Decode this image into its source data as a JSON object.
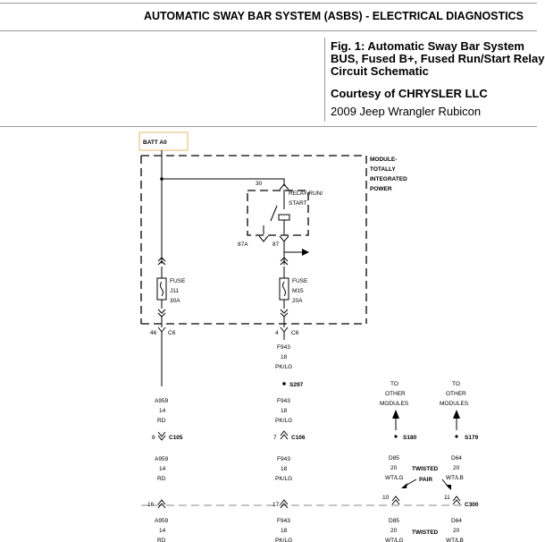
{
  "header": {
    "title": "AUTOMATIC SWAY BAR SYSTEM (ASBS) - ELECTRICAL DIAGNOSTICS"
  },
  "figure": {
    "title": "Fig. 1: Automatic Sway Bar System BUS, Fused B+, Fused Run/Start Relay Circuit Schematic",
    "courtesy": "Courtesy of CHRYSLER LLC",
    "vehicle": "2009 Jeep Wrangler Rubicon"
  },
  "schematic": {
    "batt_label": "BATT A0",
    "module_label": [
      "MODULE-",
      "TOTALLY",
      "INTEGRATED",
      "POWER"
    ],
    "relay": {
      "pin30": "30",
      "label": [
        "RELAY-RUN/",
        "START"
      ],
      "pin87a": "87A",
      "pin87": "87"
    },
    "fuse_j11": {
      "label": "FUSE",
      "id": "J11",
      "rating": "30A"
    },
    "fuse_m15": {
      "label": "FUSE",
      "id": "M15",
      "rating": "20A"
    },
    "connectors": {
      "c6_left_pin": "46",
      "c6_left": "C6",
      "c6_right_pin": "4",
      "c6_right": "C6",
      "c105_pin": "8",
      "c105": "C105",
      "c106_pin": "7",
      "c106": "C106",
      "c300_pin_left": "16",
      "c300_pin_mid": "17",
      "c300_pin_d85": "10",
      "c300_pin_d64": "11",
      "c300": "C300"
    },
    "splices": {
      "s297": "S297",
      "s180": "S180",
      "s179": "S179"
    },
    "wire_a959": {
      "circuit": "A959",
      "gauge": "14",
      "color": "RD"
    },
    "wire_f943": {
      "circuit": "F943",
      "gauge": "18",
      "color": "PK/LG"
    },
    "wire_d85": {
      "circuit": "D85",
      "gauge": "20",
      "color": "WT/LG"
    },
    "wire_d64": {
      "circuit": "D64",
      "gauge": "20",
      "color": "WT/LB"
    },
    "twisted_pair": [
      "TWISTED",
      "PAIR"
    ],
    "to_other_modules": [
      "TO",
      "OTHER",
      "MODULES"
    ]
  }
}
